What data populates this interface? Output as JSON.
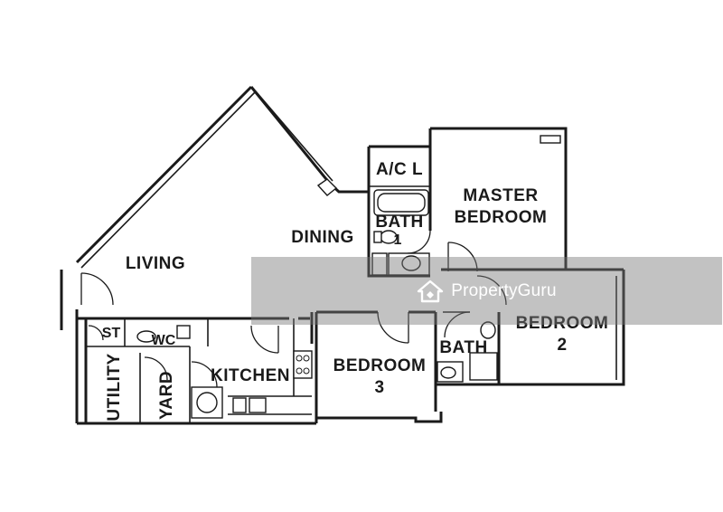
{
  "rooms": {
    "living": "LIVING",
    "dining": "DINING",
    "acl": "A/C L",
    "bath1_a": "BATH",
    "bath1_b": "1",
    "master_a": "MASTER",
    "master_b": "BEDROOM",
    "bedroom2_a": "BEDROOM",
    "bedroom2_b": "2",
    "bedroom3_a": "BEDROOM",
    "bedroom3_b": "3",
    "bath2": "BATH",
    "st": "ST",
    "wc": "WC",
    "kitchen": "KITCHEN",
    "utility": "UTILITY",
    "yard": "YARD"
  },
  "watermark": {
    "text": "PropertyGuru",
    "logo": "house-logo-icon"
  }
}
